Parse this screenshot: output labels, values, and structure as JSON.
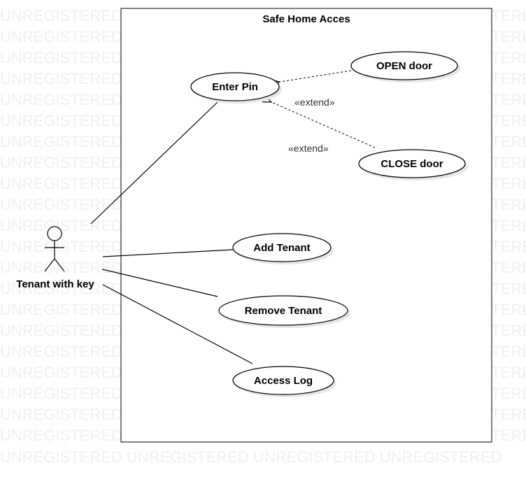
{
  "watermark": {
    "text": "UNREGISTERED",
    "bottom_text": "UNREGISTERED UNREGISTERED UNREGISTERED UNREGISTERED"
  },
  "system": {
    "title": "Safe Home Acces"
  },
  "actor": {
    "label": "Tenant with key"
  },
  "use_cases": {
    "enter_pin": "Enter Pin",
    "open_door": "OPEN door",
    "close_door": "CLOSE door",
    "add_tenant": "Add Tenant",
    "remove_tenant": "Remove Tenant",
    "access_log": "Access Log"
  },
  "relations": {
    "extend_open": "«extend»",
    "extend_close": "«extend»"
  },
  "colors": {
    "line": "#000000",
    "shadow": "#e6e6e6",
    "watermark": "#f0f0f0"
  }
}
